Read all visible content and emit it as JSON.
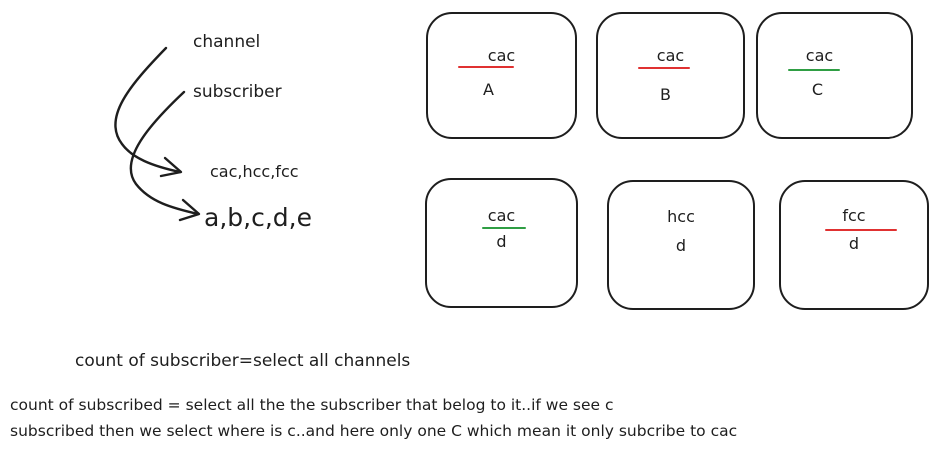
{
  "colors": {
    "ink": "#1e1e1e",
    "red_underline": "#e03131",
    "green_underline": "#2f9e44"
  },
  "left": {
    "channel_label": "channel",
    "subscriber_label": "subscriber",
    "channels_list": "cac,hcc,fcc",
    "subscribers_list": "a,b,c,d,e"
  },
  "cards": [
    {
      "channel": "cac",
      "subscriber": "A",
      "underline": "red"
    },
    {
      "channel": "cac",
      "subscriber": "B",
      "underline": "red"
    },
    {
      "channel": "cac",
      "subscriber": "C",
      "underline": "green"
    },
    {
      "channel": "cac",
      "subscriber": "d",
      "underline": "green"
    },
    {
      "channel": "hcc",
      "subscriber": "d",
      "underline": "none"
    },
    {
      "channel": "fcc",
      "subscriber": "d",
      "underline": "red"
    }
  ],
  "notes": {
    "count_of_subscriber": "count of subscriber=select all channels",
    "count_of_subscribed_line1": "count of subscribed = select all the the subscriber that belog to it..if we see c",
    "count_of_subscribed_line2": "subscribed then we select where is c..and here only one C which mean it only subcribe to cac"
  }
}
